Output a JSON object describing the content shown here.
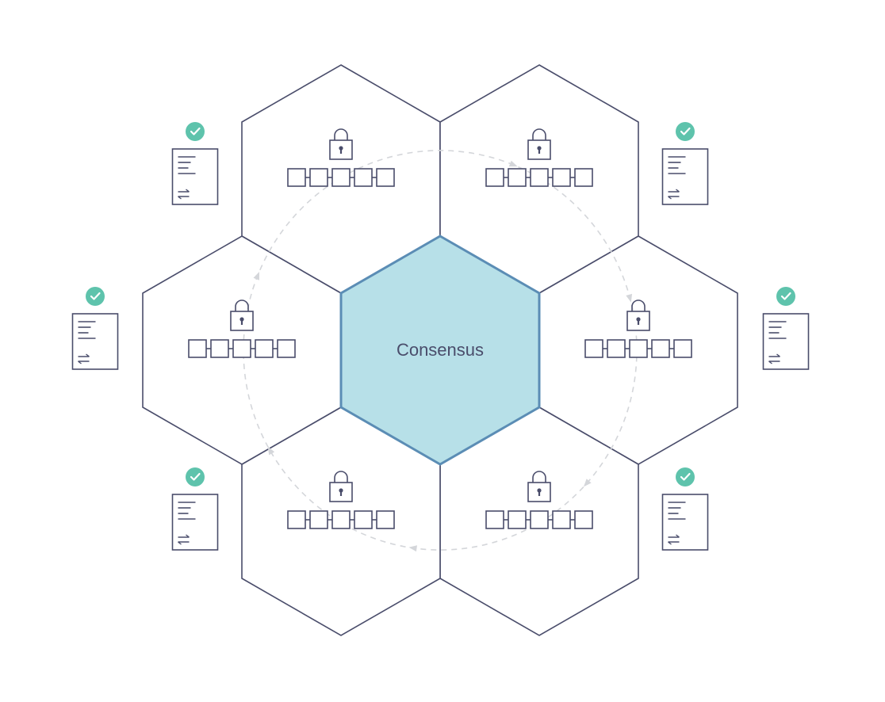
{
  "center": {
    "label": "Consensus"
  },
  "nodes": [
    {
      "id": "top-left",
      "blocks": 5,
      "locked": true
    },
    {
      "id": "top-right",
      "blocks": 5,
      "locked": true
    },
    {
      "id": "middle-right",
      "blocks": 5,
      "locked": true
    },
    {
      "id": "bottom-right",
      "blocks": 5,
      "locked": true
    },
    {
      "id": "bottom-left",
      "blocks": 5,
      "locked": true
    },
    {
      "id": "middle-left",
      "blocks": 5,
      "locked": true
    }
  ],
  "transactions": [
    {
      "id": "top-left",
      "verified": true
    },
    {
      "id": "top-right",
      "verified": true
    },
    {
      "id": "middle-right",
      "verified": true
    },
    {
      "id": "bottom-right",
      "verified": true
    },
    {
      "id": "bottom-left",
      "verified": true
    },
    {
      "id": "middle-left",
      "verified": true
    }
  ],
  "colors": {
    "center_fill": "#b7e0e8",
    "center_stroke": "#5b8db5",
    "outline": "#4a4d6b",
    "check": "#5ec3ac",
    "cycle": "#d4d6da"
  },
  "icons": {
    "lock": "lock-icon",
    "block": "block-icon",
    "document": "document-icon",
    "check": "check-icon",
    "swap": "swap-arrows-icon"
  }
}
